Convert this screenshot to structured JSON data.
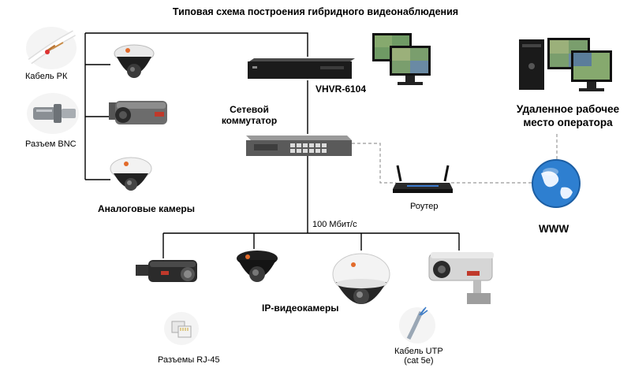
{
  "title": "Типовая схема построения гибридного видеонаблюдения",
  "cable_rk": {
    "label": "Кабель РК",
    "icon": "coax-cable-icon"
  },
  "bnc": {
    "label": "Разъем BNC",
    "icon": "bnc-connector-icon"
  },
  "analog_cameras": {
    "label": "Аналоговые камеры",
    "count": 3
  },
  "recorder": {
    "label": "VHVR-6104"
  },
  "switch": {
    "label_line1": "Сетевой",
    "label_line2": "коммутатор"
  },
  "remote": {
    "label_line1": "Удаленное рабочее",
    "label_line2": "место оператора"
  },
  "router": {
    "label": "Роутер"
  },
  "www": {
    "label": "WWW"
  },
  "bandwidth": {
    "label": "100 Мбит/с"
  },
  "ip_cameras": {
    "label": "IP-видеокамеры",
    "count": 4
  },
  "rj45": {
    "label": "Разъемы  RJ-45"
  },
  "utp": {
    "label_line1": "Кабель UTP",
    "label_line2": "(cat 5e)"
  },
  "colors": {
    "wire": "#000000",
    "dashed": "#999999",
    "camera_dark": "#2a2a2a",
    "globe": "#2e7fd0"
  }
}
